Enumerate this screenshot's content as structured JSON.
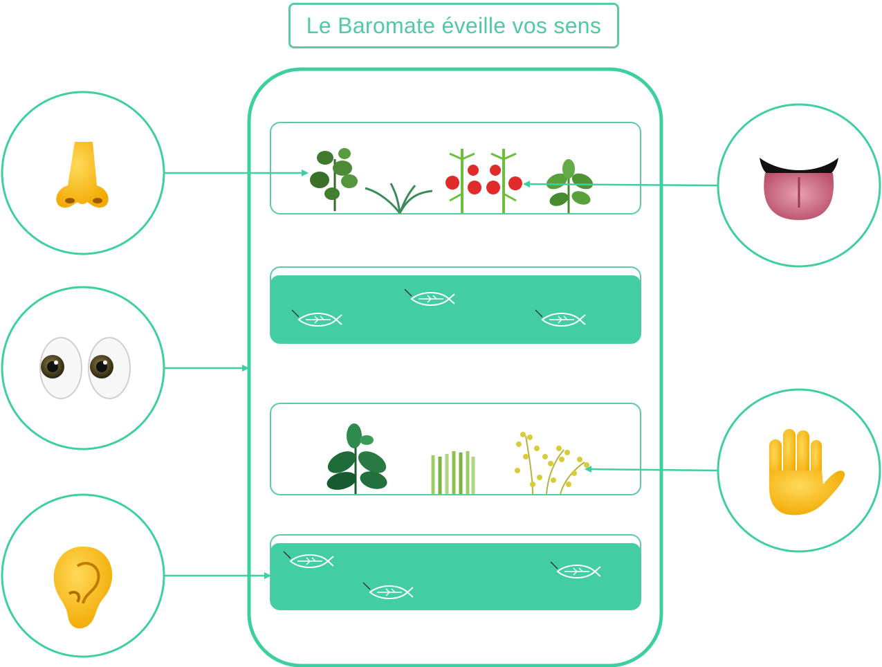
{
  "title": "Le Baromate éveille vos sens",
  "colors": {
    "accent": "#3ecfa0",
    "outline": "#5ccaa5",
    "fill_band": "#42cea2",
    "fish_line": "#ffffff"
  },
  "senses": [
    {
      "name": "nose",
      "icon": "nose-icon",
      "side": "left"
    },
    {
      "name": "eyes",
      "icon": "eyes-icon",
      "side": "left"
    },
    {
      "name": "ear",
      "icon": "ear-icon",
      "side": "left"
    },
    {
      "name": "tongue",
      "icon": "tongue-icon",
      "side": "right"
    },
    {
      "name": "hand",
      "icon": "raised-hand-icon",
      "side": "right"
    }
  ],
  "tiers": [
    {
      "kind": "plants",
      "plants": [
        "oregano-plant-icon",
        "chive-sprout-icon",
        "tomato-plant-icon",
        "basil-plant-icon"
      ]
    },
    {
      "kind": "fish-tank",
      "fish": 3
    },
    {
      "kind": "plants",
      "plants": [
        "mint-plant-icon",
        "lemongrass-icon",
        "dill-plant-icon"
      ]
    },
    {
      "kind": "fish-tank",
      "fish": 3
    }
  ]
}
